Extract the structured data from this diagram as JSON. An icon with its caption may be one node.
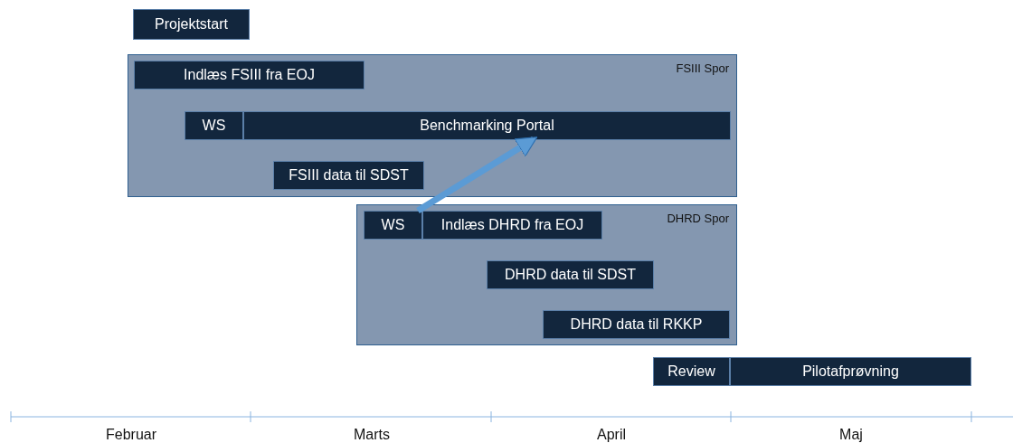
{
  "diagram": {
    "nodes": [
      {
        "text": [
          "Projektstart"
        ]
      },
      {
        "text": [
          "FSIII Spor"
        ]
      },
      {
        "text": [
          "Indlæs FSIII fra EOJ"
        ],
        "in": 1
      },
      {
        "text": [
          "WS"
        ],
        "in": 1
      },
      {
        "text": [
          "Benchmarking Portal"
        ],
        "in": 1
      },
      {
        "text": [
          "FSIII data til SDST"
        ],
        "in": 1
      },
      {
        "text": [
          "DHRD Spor"
        ]
      },
      {
        "text": [
          "WS"
        ],
        "in": 6
      },
      {
        "text": [
          "Indlæs DHRD fra EOJ"
        ],
        "in": 6
      },
      {
        "text": [
          "DHRD data til SDST"
        ],
        "in": 6
      },
      {
        "text": [
          "DHRD data til RKKP"
        ],
        "in": 6
      },
      {
        "text": [
          "Review"
        ]
      },
      {
        "text": [
          "Pilotafprøvning"
        ]
      }
    ],
    "edges": [
      {
        "from": 7,
        "to": 4,
        "arrow": "to",
        "color": "#5b9bd5"
      }
    ],
    "labels": [
      "Februar",
      "Marts",
      "April",
      "Maj"
    ]
  }
}
